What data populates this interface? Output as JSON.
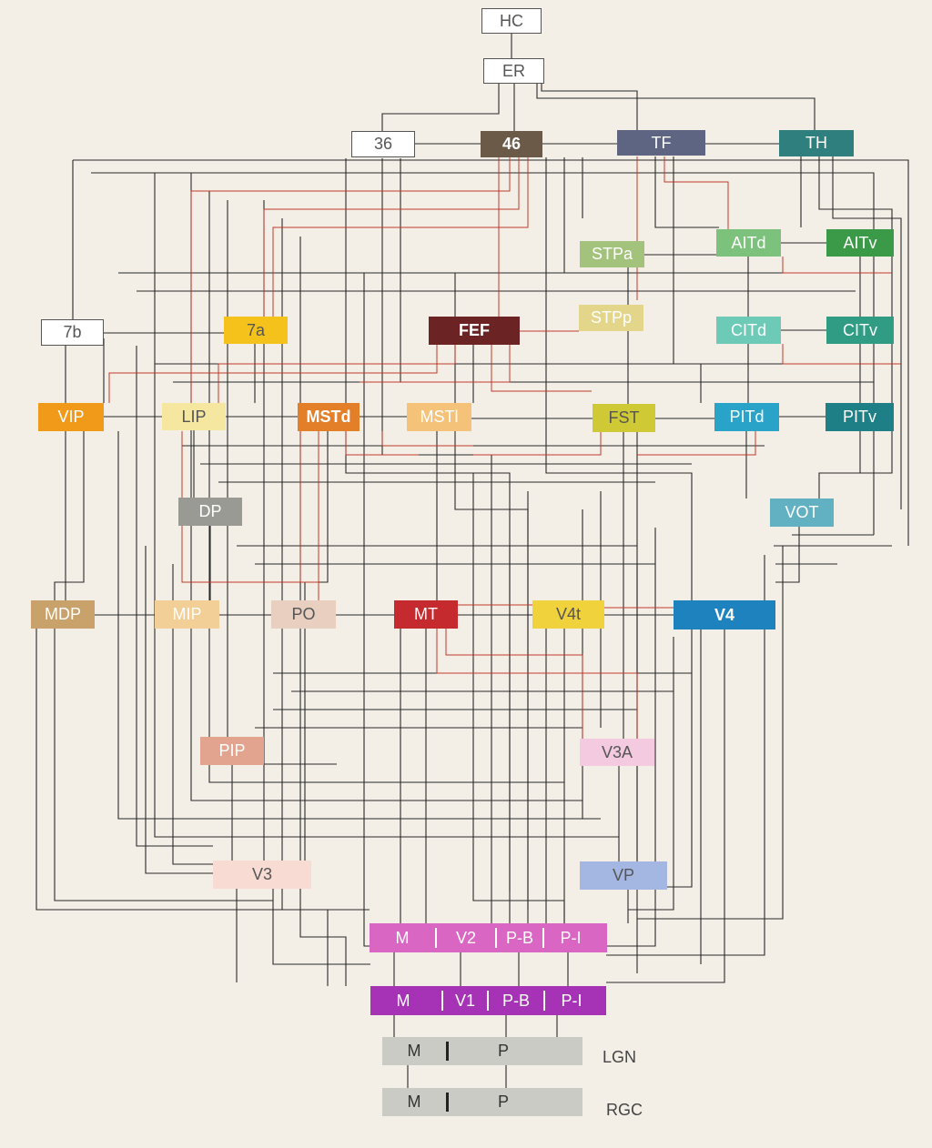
{
  "nodes": {
    "hc": "HC",
    "er": "ER",
    "n36": "36",
    "n46": "46",
    "tf": "TF",
    "th": "TH",
    "stpa": "STPa",
    "aitd": "AITd",
    "aitv": "AITv",
    "n7b": "7b",
    "n7a": "7a",
    "fef": "FEF",
    "stpp": "STPp",
    "citd": "CITd",
    "citv": "CITv",
    "vip": "VIP",
    "lip": "LIP",
    "mstd": "MSTd",
    "mstl": "MSTl",
    "fst": "FST",
    "pitd": "PITd",
    "pitv": "PITv",
    "dp": "DP",
    "vot": "VOT",
    "mdp": "MDP",
    "mip": "MIP",
    "po": "PO",
    "mt": "MT",
    "v4t": "V4t",
    "v4": "V4",
    "pip": "PIP",
    "v3a": "V3A",
    "v3": "V3",
    "vp": "VP"
  },
  "v2": {
    "m": "M",
    "label": "V2",
    "pb": "P-B",
    "pi": "P-I"
  },
  "v1": {
    "m": "M",
    "label": "V1",
    "pb": "P-B",
    "pi": "P-I"
  },
  "lgn": {
    "m": "M",
    "p": "P",
    "label": "LGN"
  },
  "rgc": {
    "m": "M",
    "p": "P",
    "label": "RGC"
  },
  "colors": {
    "background": "#f3efe6",
    "connection": "#2a2a2a",
    "connection_highlight": "#c0392b",
    "n46": "#6b5a48",
    "tf": "#5d6583",
    "th": "#2f7f7f",
    "stpa": "#a3c27c",
    "aitd": "#7cc17c",
    "aitv": "#3a9a47",
    "n7a": "#f4c21a",
    "fef": "#6b2323",
    "stpp": "#e3d58a",
    "citd": "#6ccab6",
    "citv": "#2f9c83",
    "vip": "#f19a1a",
    "lip": "#f6e7a0",
    "mstd": "#e27f28",
    "mstl": "#f5c27a",
    "fst": "#cfc935",
    "pitd": "#2aa3c8",
    "pitv": "#1f7f86",
    "dp": "#9a9a94",
    "vot": "#62b1c2",
    "mdp": "#c9a26b",
    "mip": "#f3cf98",
    "po": "#e8cfc0",
    "mt": "#c42a2e",
    "v4t": "#f0d23c",
    "v4": "#1d82bd",
    "pip": "#e2a48e",
    "v3a": "#f3cae0",
    "v3": "#f8dcd4",
    "vp": "#a4b6e2",
    "v2": "#d966c2",
    "v1": "#a632b5",
    "lgn": "#cbcbc6",
    "rgc": "#cbcbc6"
  }
}
